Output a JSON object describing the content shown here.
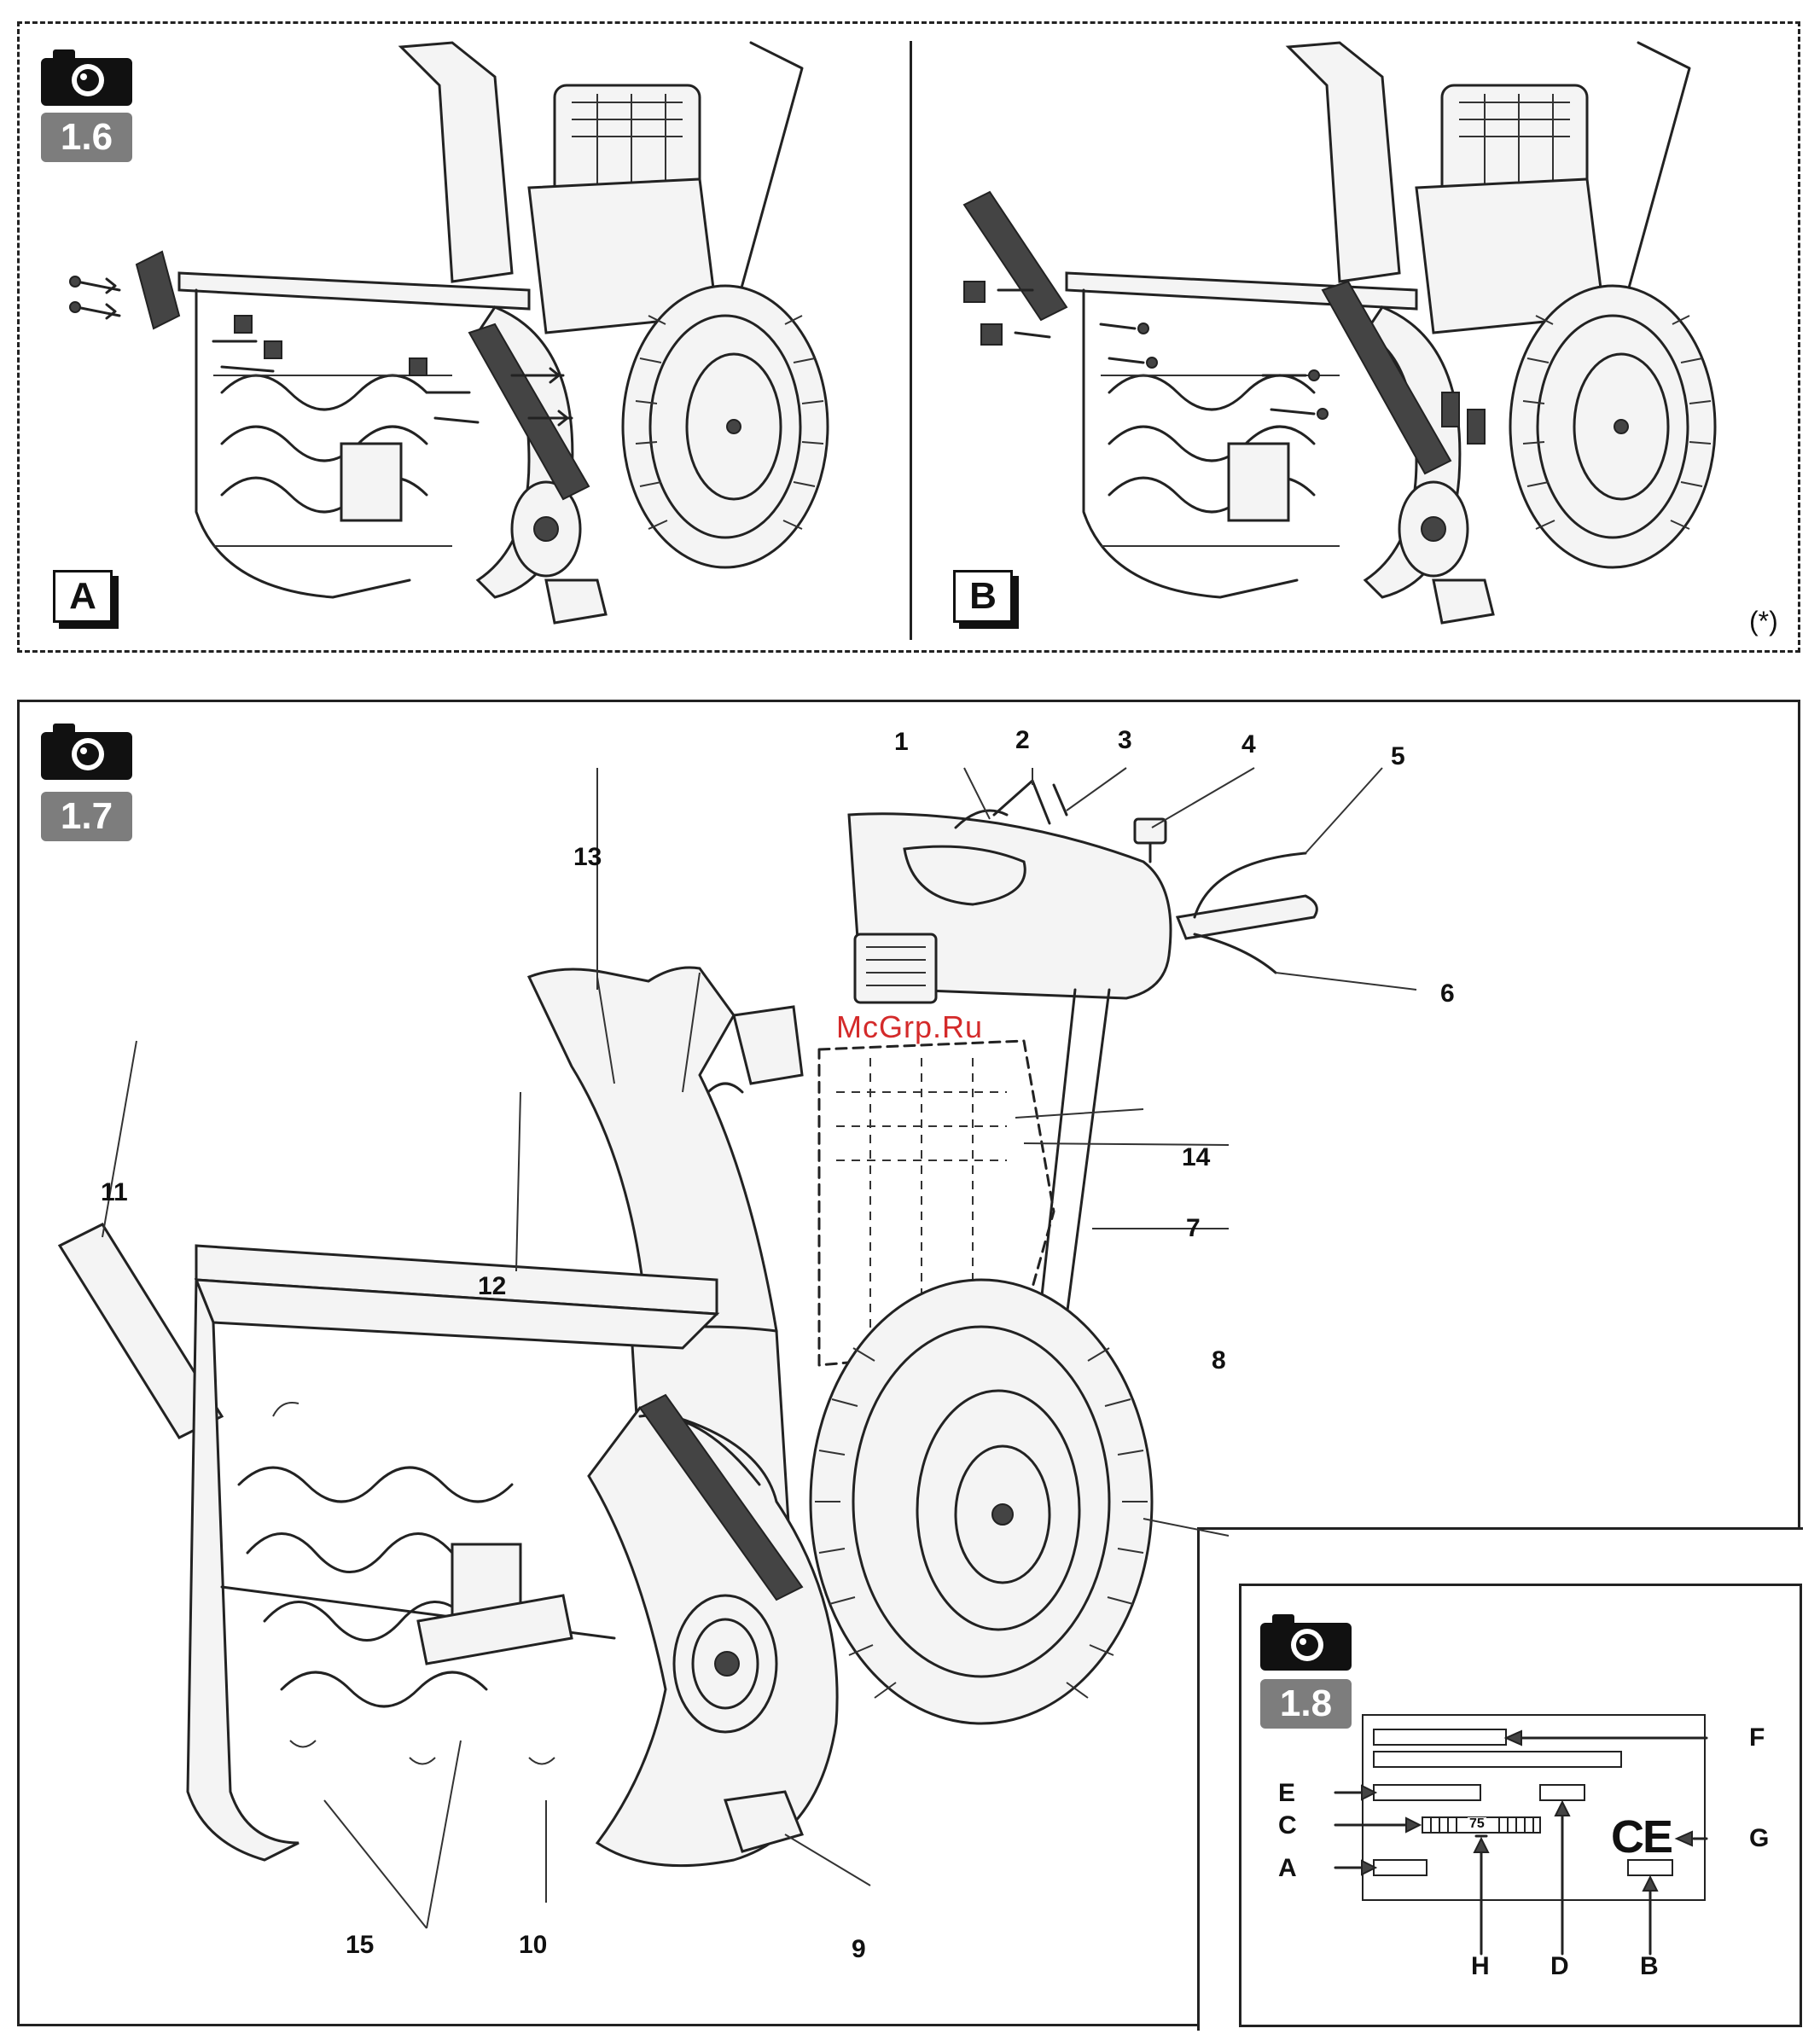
{
  "fig16": {
    "badge": "1.6",
    "panel_a_label": "A",
    "panel_b_label": "B",
    "note": "(*)"
  },
  "fig17": {
    "badge": "1.7",
    "watermark": "McGrp.Ru",
    "callouts": [
      "1",
      "2",
      "3",
      "4",
      "5",
      "6",
      "7",
      "8",
      "9",
      "10",
      "11",
      "12",
      "13",
      "14",
      "15"
    ]
  },
  "fig18": {
    "badge": "1.8",
    "plate_value": "75",
    "letters": [
      "F",
      "E",
      "G",
      "C",
      "A",
      "H",
      "D",
      "B"
    ],
    "ce_mark": "CE"
  },
  "icons": {
    "camera": "camera-icon"
  }
}
